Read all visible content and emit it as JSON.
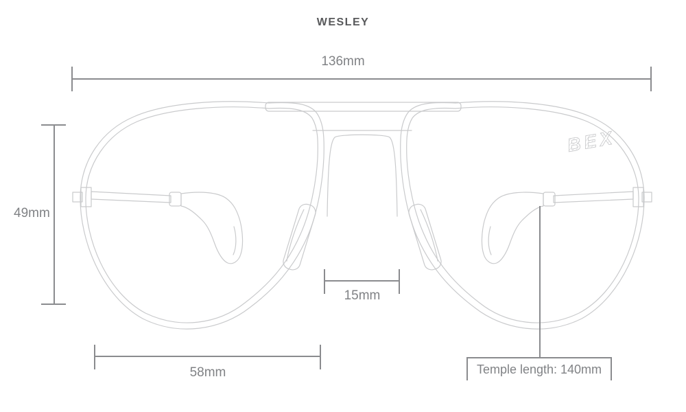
{
  "title": "WESLEY",
  "brand_logo": "BEX",
  "measurements": {
    "total_width": "136mm",
    "lens_height": "49mm",
    "bridge_width": "15mm",
    "lens_width": "58mm",
    "temple_length": "Temple length: 140mm"
  },
  "colors": {
    "dimension_line": "#8a8b8e",
    "dimension_text": "#808285",
    "title_text": "#58595b",
    "sketch_outline": "#c9cacc",
    "background": "#ffffff"
  }
}
